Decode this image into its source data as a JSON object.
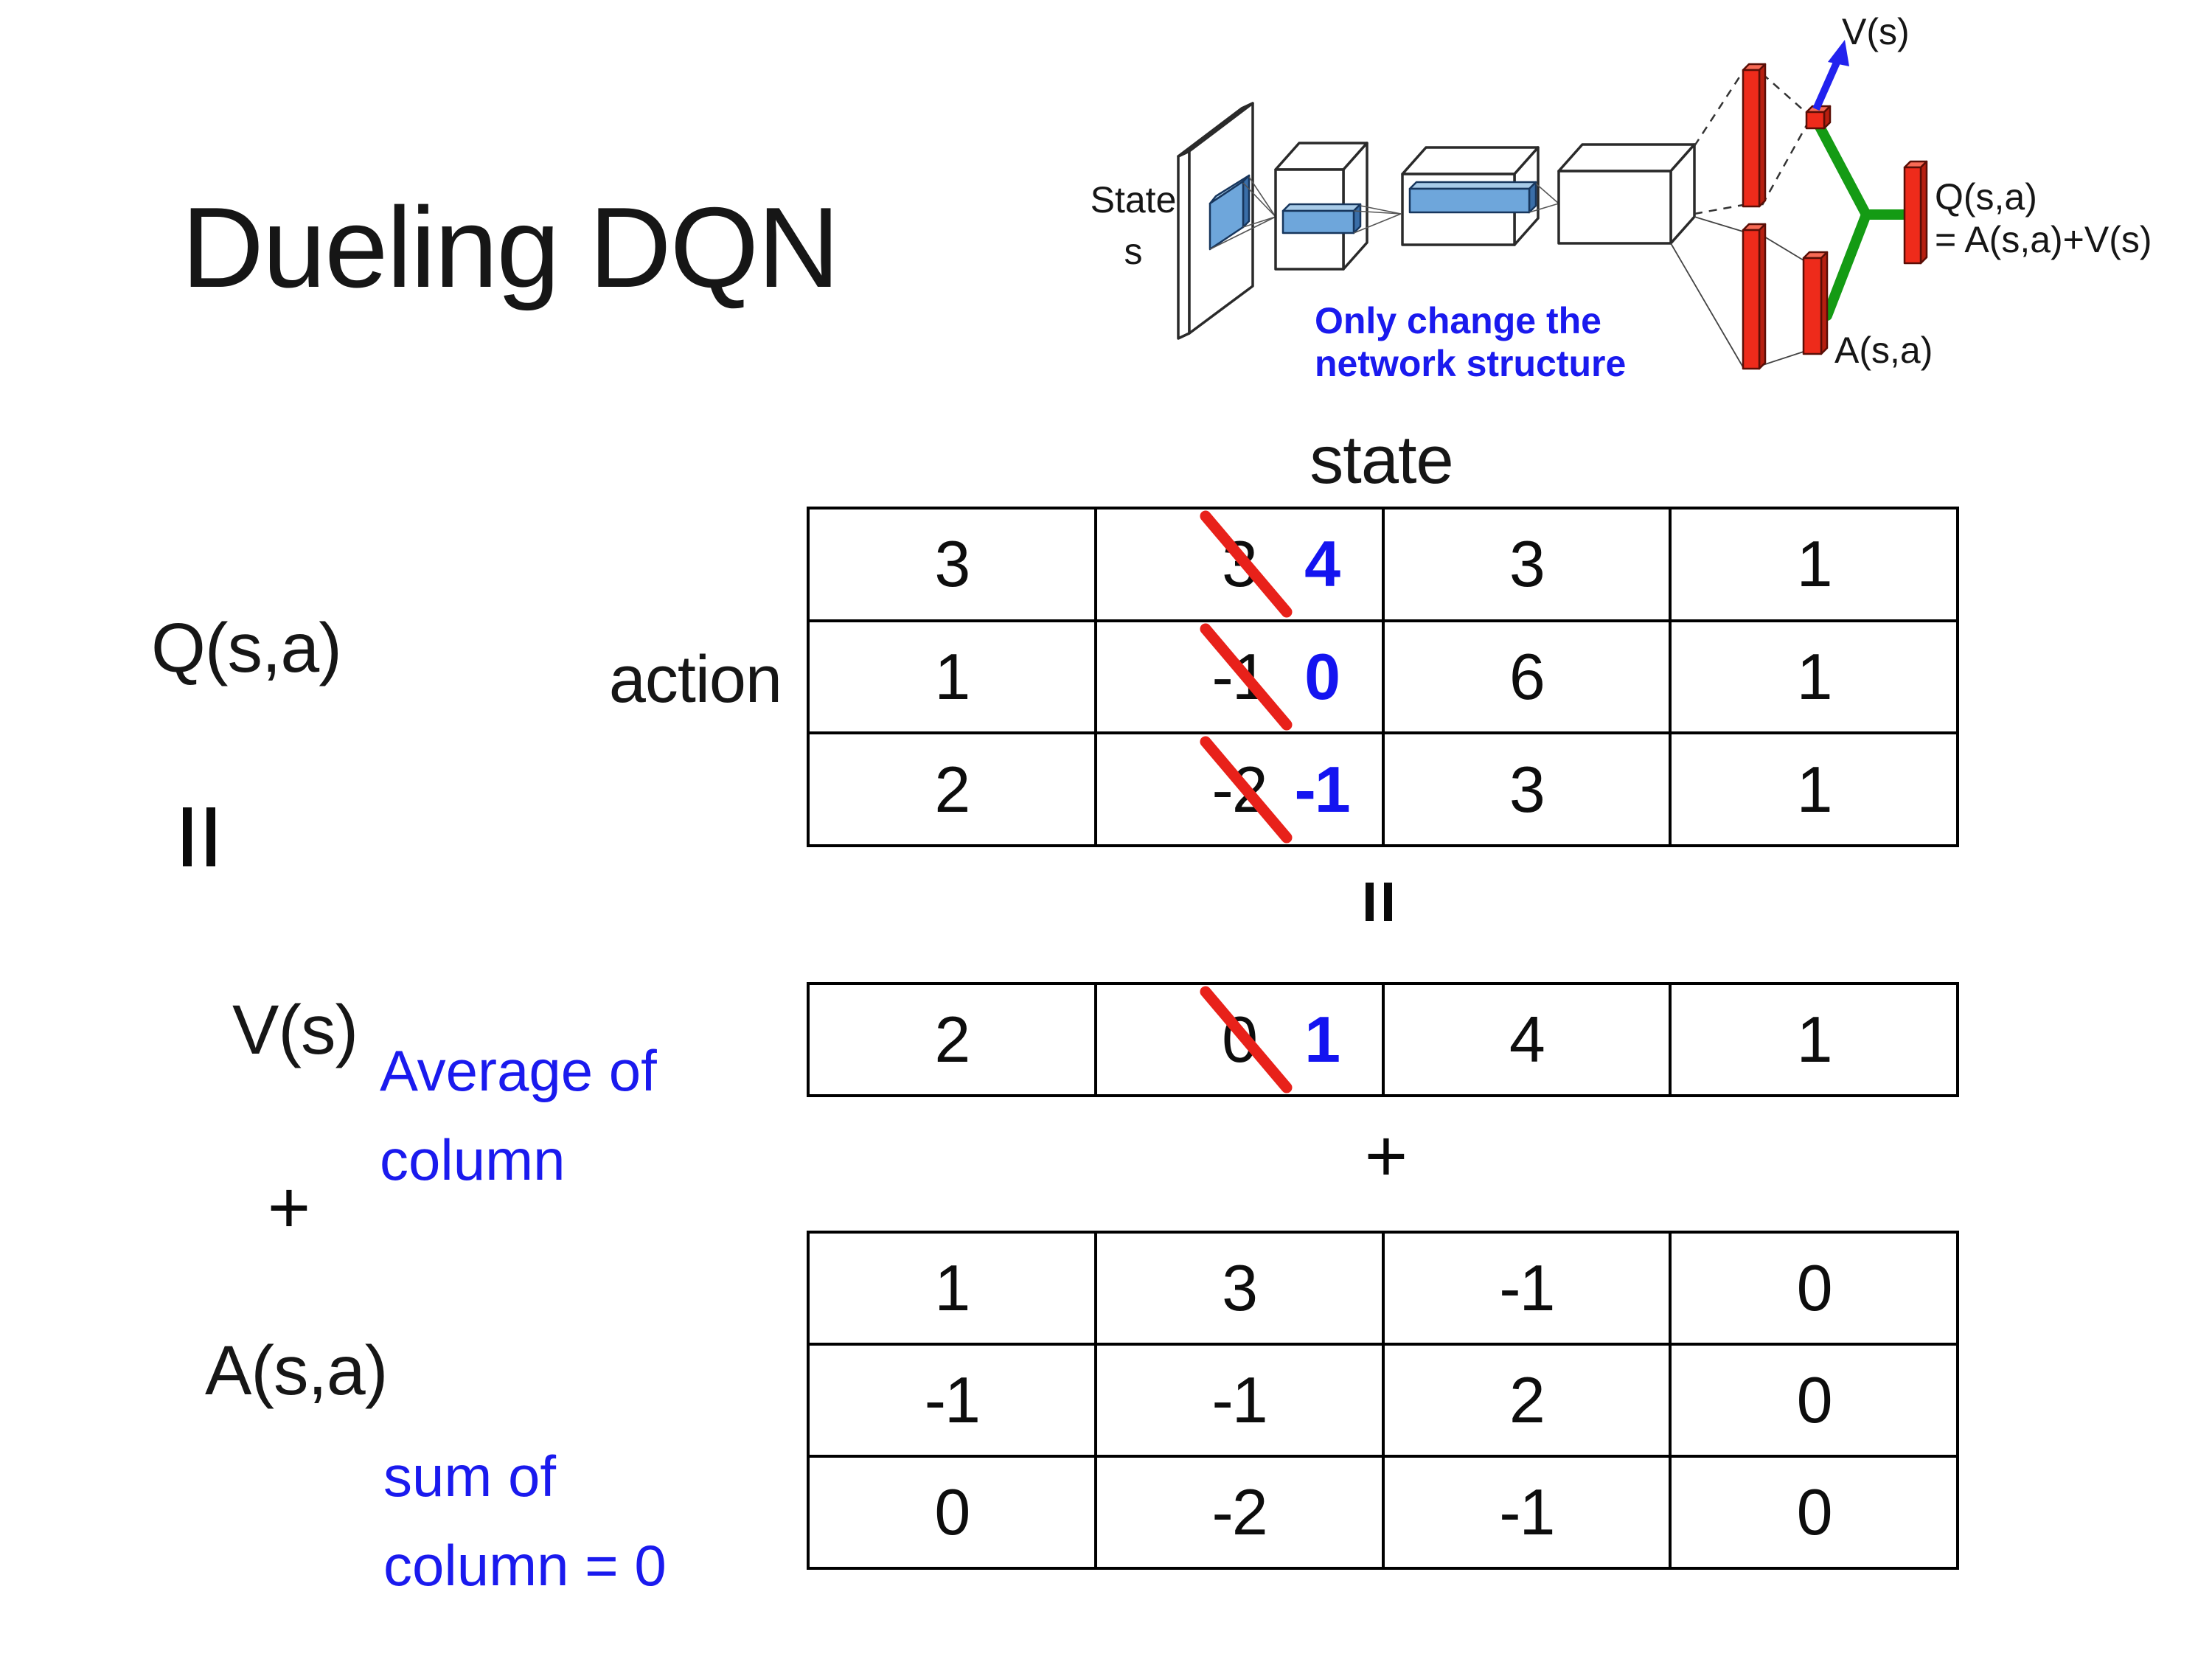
{
  "slide": {
    "title": "Dueling DQN",
    "network": {
      "state_line1": "State",
      "state_line2": "s",
      "caption1": "Only change the",
      "caption2": "network structure",
      "v_out": "V(s)",
      "q_out1": "Q(s,a)",
      "q_out2": "= A(s,a)+V(s)",
      "a_out": "A(s,a)"
    },
    "labels": {
      "state": "state",
      "action": "action",
      "q": "Q(s,a)",
      "v": "V(s)",
      "a": "A(s,a)",
      "plus_left": "+",
      "plus_mid": "+",
      "avg1": "Average of",
      "avg2": "column",
      "sum1": "sum of",
      "sum2": "column = 0"
    },
    "colors": {
      "correction_blue": "#1414f0",
      "strike_red": "#e8211a",
      "note_blue": "#1a1aee",
      "bar_red": "#ee2b1b",
      "merge_green": "#149b14",
      "slab_blue": "#6ea6db"
    },
    "q_table": {
      "rows": [
        [
          "3",
          "3",
          "3",
          "1"
        ],
        [
          "1",
          "-1",
          "6",
          "1"
        ],
        [
          "2",
          "-2",
          "3",
          "1"
        ]
      ],
      "corrections": [
        "4",
        "0",
        "-1"
      ]
    },
    "v_row": {
      "values": [
        "2",
        "0",
        "4",
        "1"
      ],
      "correction": "1"
    },
    "a_table": {
      "rows": [
        [
          "1",
          "3",
          "-1",
          "0"
        ],
        [
          "-1",
          "-1",
          "2",
          "0"
        ],
        [
          "0",
          "-2",
          "-1",
          "0"
        ]
      ]
    }
  }
}
